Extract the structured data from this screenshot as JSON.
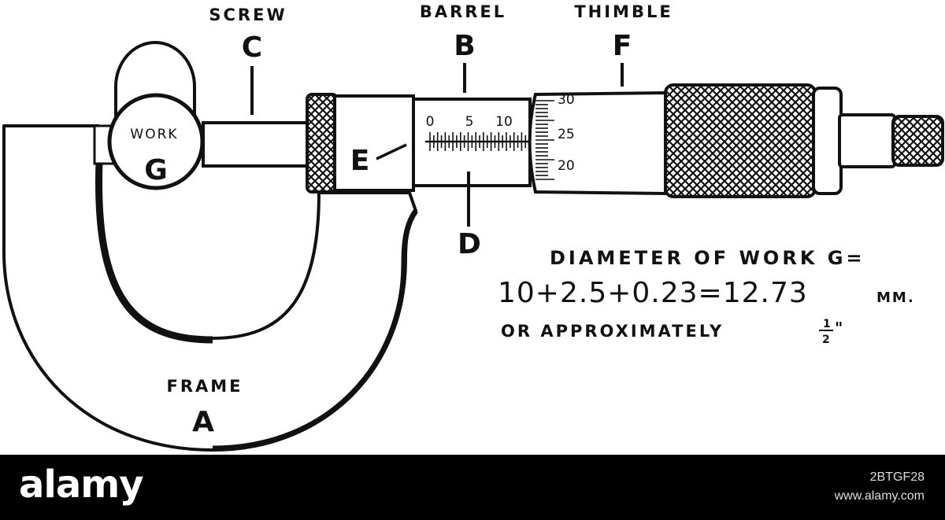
{
  "labels": {
    "screw": "SCREW",
    "c": "C",
    "barrel": "BARREL",
    "b": "B",
    "thimble": "THIMBLE",
    "f": "F",
    "work": "WORK",
    "g": "G",
    "e": "E",
    "d": "D",
    "frame": "FRAME",
    "a": "A"
  },
  "barrel_scale": [
    "0",
    "5",
    "10"
  ],
  "thimble_scale": [
    "30",
    "25",
    "20"
  ],
  "note": {
    "line1": "DIAMETER OF WORK G=",
    "line2": "10+2.5+0.23=12.73",
    "line2_unit": "MM.",
    "line3": "OR APPROXIMATELY",
    "fraction_num": "1",
    "fraction_den": "2",
    "fraction_mark": "\""
  },
  "footer": {
    "brand": "alamy",
    "image_id": "2BTGF28",
    "site": "www.alamy.com"
  }
}
